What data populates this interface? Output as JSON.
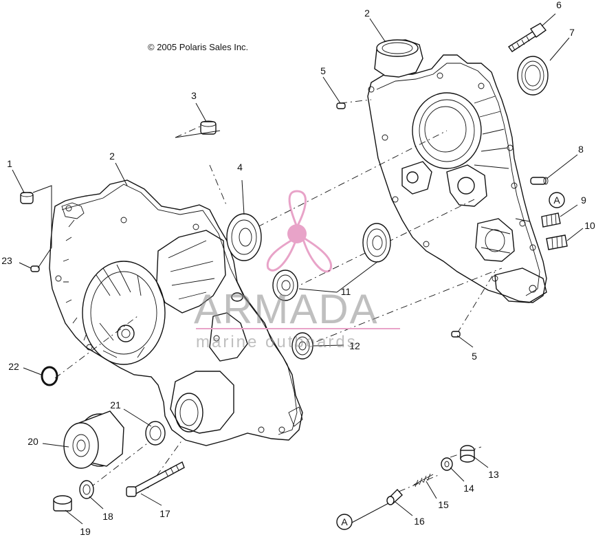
{
  "copyright": "© 2005 Polaris Sales Inc.",
  "watermark": {
    "brand": "ARMADA",
    "tagline": "marine outboards",
    "logo_color": "#e8a3c8",
    "text_color": "#8a8a8a"
  },
  "callouts": [
    {
      "id": "c1",
      "label": "1"
    },
    {
      "id": "c2a",
      "label": "2"
    },
    {
      "id": "c2b",
      "label": "2"
    },
    {
      "id": "c3",
      "label": "3"
    },
    {
      "id": "c4",
      "label": "4"
    },
    {
      "id": "c5a",
      "label": "5"
    },
    {
      "id": "c5b",
      "label": "5"
    },
    {
      "id": "c6",
      "label": "6"
    },
    {
      "id": "c7",
      "label": "7"
    },
    {
      "id": "c8",
      "label": "8"
    },
    {
      "id": "c9",
      "label": "9"
    },
    {
      "id": "c10",
      "label": "10"
    },
    {
      "id": "c11",
      "label": "11"
    },
    {
      "id": "c12",
      "label": "12"
    },
    {
      "id": "c13",
      "label": "13"
    },
    {
      "id": "c14",
      "label": "14"
    },
    {
      "id": "c15",
      "label": "15"
    },
    {
      "id": "c16",
      "label": "16"
    },
    {
      "id": "c17",
      "label": "17"
    },
    {
      "id": "c18",
      "label": "18"
    },
    {
      "id": "c19",
      "label": "19"
    },
    {
      "id": "c20",
      "label": "20"
    },
    {
      "id": "c21",
      "label": "21"
    },
    {
      "id": "c22",
      "label": "22"
    },
    {
      "id": "c23",
      "label": "23"
    }
  ],
  "reference_markers": [
    {
      "id": "refA1",
      "label": "A"
    },
    {
      "id": "refA2",
      "label": "A"
    }
  ]
}
